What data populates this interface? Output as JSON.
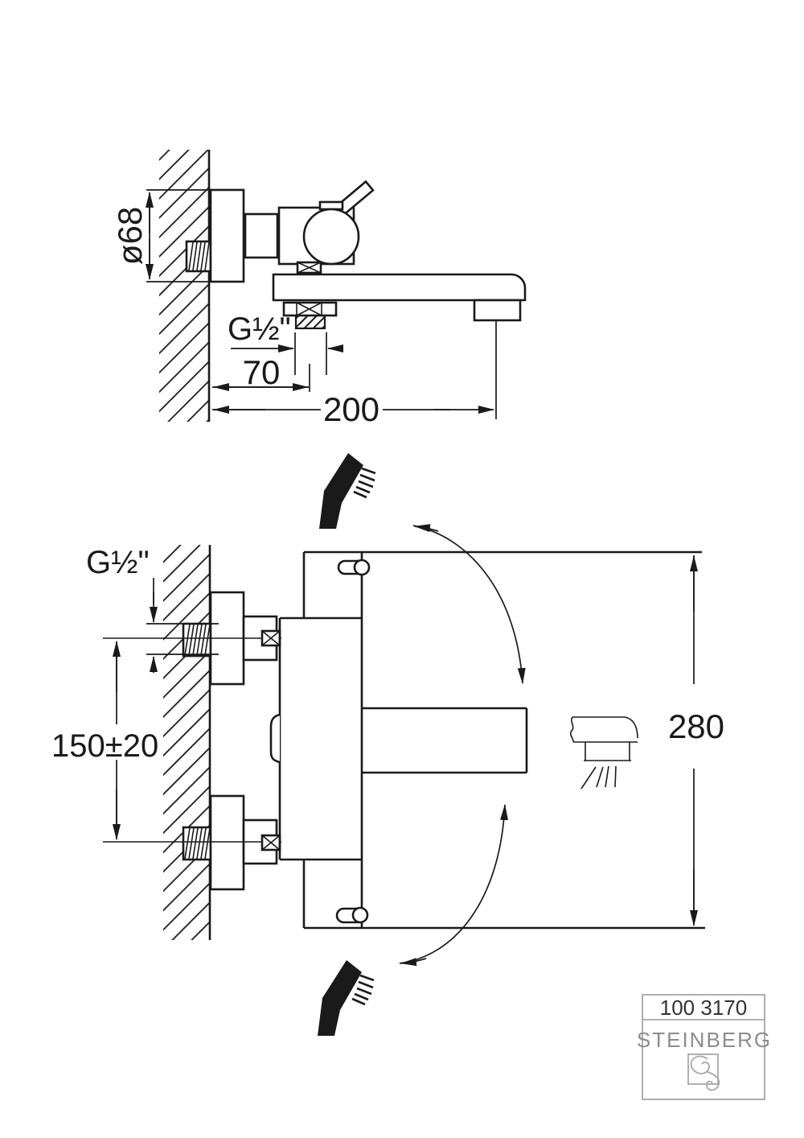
{
  "drawing": {
    "type": "technical-dimension-drawing",
    "product": "wall-mounted bath/shower mixer with swivel spout and hand shower"
  },
  "colors": {
    "line": "#1a1a1a",
    "background": "#ffffff",
    "title_box_border": "#9a9a9a",
    "model_text": "#333333",
    "brand_text": "#8c8c8c"
  },
  "side_view": {
    "diameter_label": "ø68",
    "thread_label": "G½\"",
    "wall_offset_label": "70",
    "spout_length_label": "200"
  },
  "front_view": {
    "thread_label": "G½\"",
    "inlet_spacing_label": "150±20",
    "swivel_range_label": "280"
  },
  "title_block": {
    "model_number": "100 3170",
    "brand_name": "STEINBERG"
  }
}
